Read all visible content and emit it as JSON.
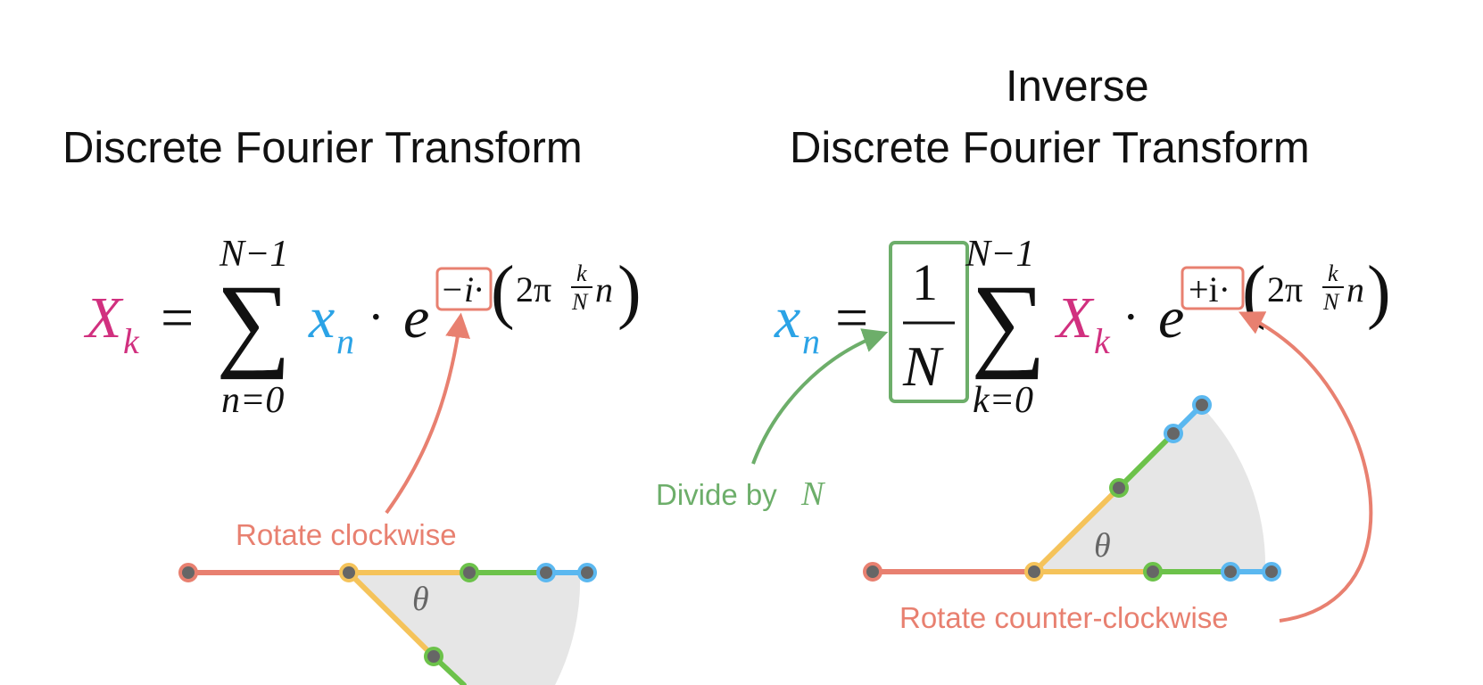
{
  "colors": {
    "magenta": "#D1307F",
    "blue": "#2BA3E6",
    "red": "#E88070",
    "green": "#6DAE6A",
    "yellow": "#F5C35A",
    "lime": "#6CC24A",
    "skyblue": "#5BB8F0",
    "wedge": "#E6E6E6",
    "dot": "#666666"
  },
  "left": {
    "title": "Discrete Fourier Transform",
    "formula": {
      "lhs_symbol": "X",
      "lhs_sub": "k",
      "equals": "=",
      "sum_upper": "N−1",
      "sum_lower": "n=0",
      "sum_symbol": "∑",
      "term_symbol": "x",
      "term_sub": "n",
      "dot": "·",
      "base": "e",
      "exp_sign": "−i·",
      "exp_body_start": "2π",
      "frac_num": "k",
      "frac_den": "N",
      "exp_body_end": "n"
    },
    "annotation": "Rotate clockwise",
    "theta": "θ"
  },
  "right": {
    "title_line1": "Inverse",
    "title_line2": "Discrete Fourier Transform",
    "formula": {
      "lhs_symbol": "x",
      "lhs_sub": "n",
      "equals": "=",
      "norm_num": "1",
      "norm_den": "N",
      "sum_upper": "N−1",
      "sum_lower": "k=0",
      "sum_symbol": "∑",
      "term_symbol": "X",
      "term_sub": "k",
      "dot": "·",
      "base": "e",
      "exp_sign": "+i·",
      "exp_body_start": "2π",
      "frac_num": "k",
      "frac_den": "N",
      "exp_body_end": "n"
    },
    "divide_label": "Divide by",
    "divide_var": "N",
    "annotation": "Rotate counter-clockwise",
    "theta": "θ"
  }
}
